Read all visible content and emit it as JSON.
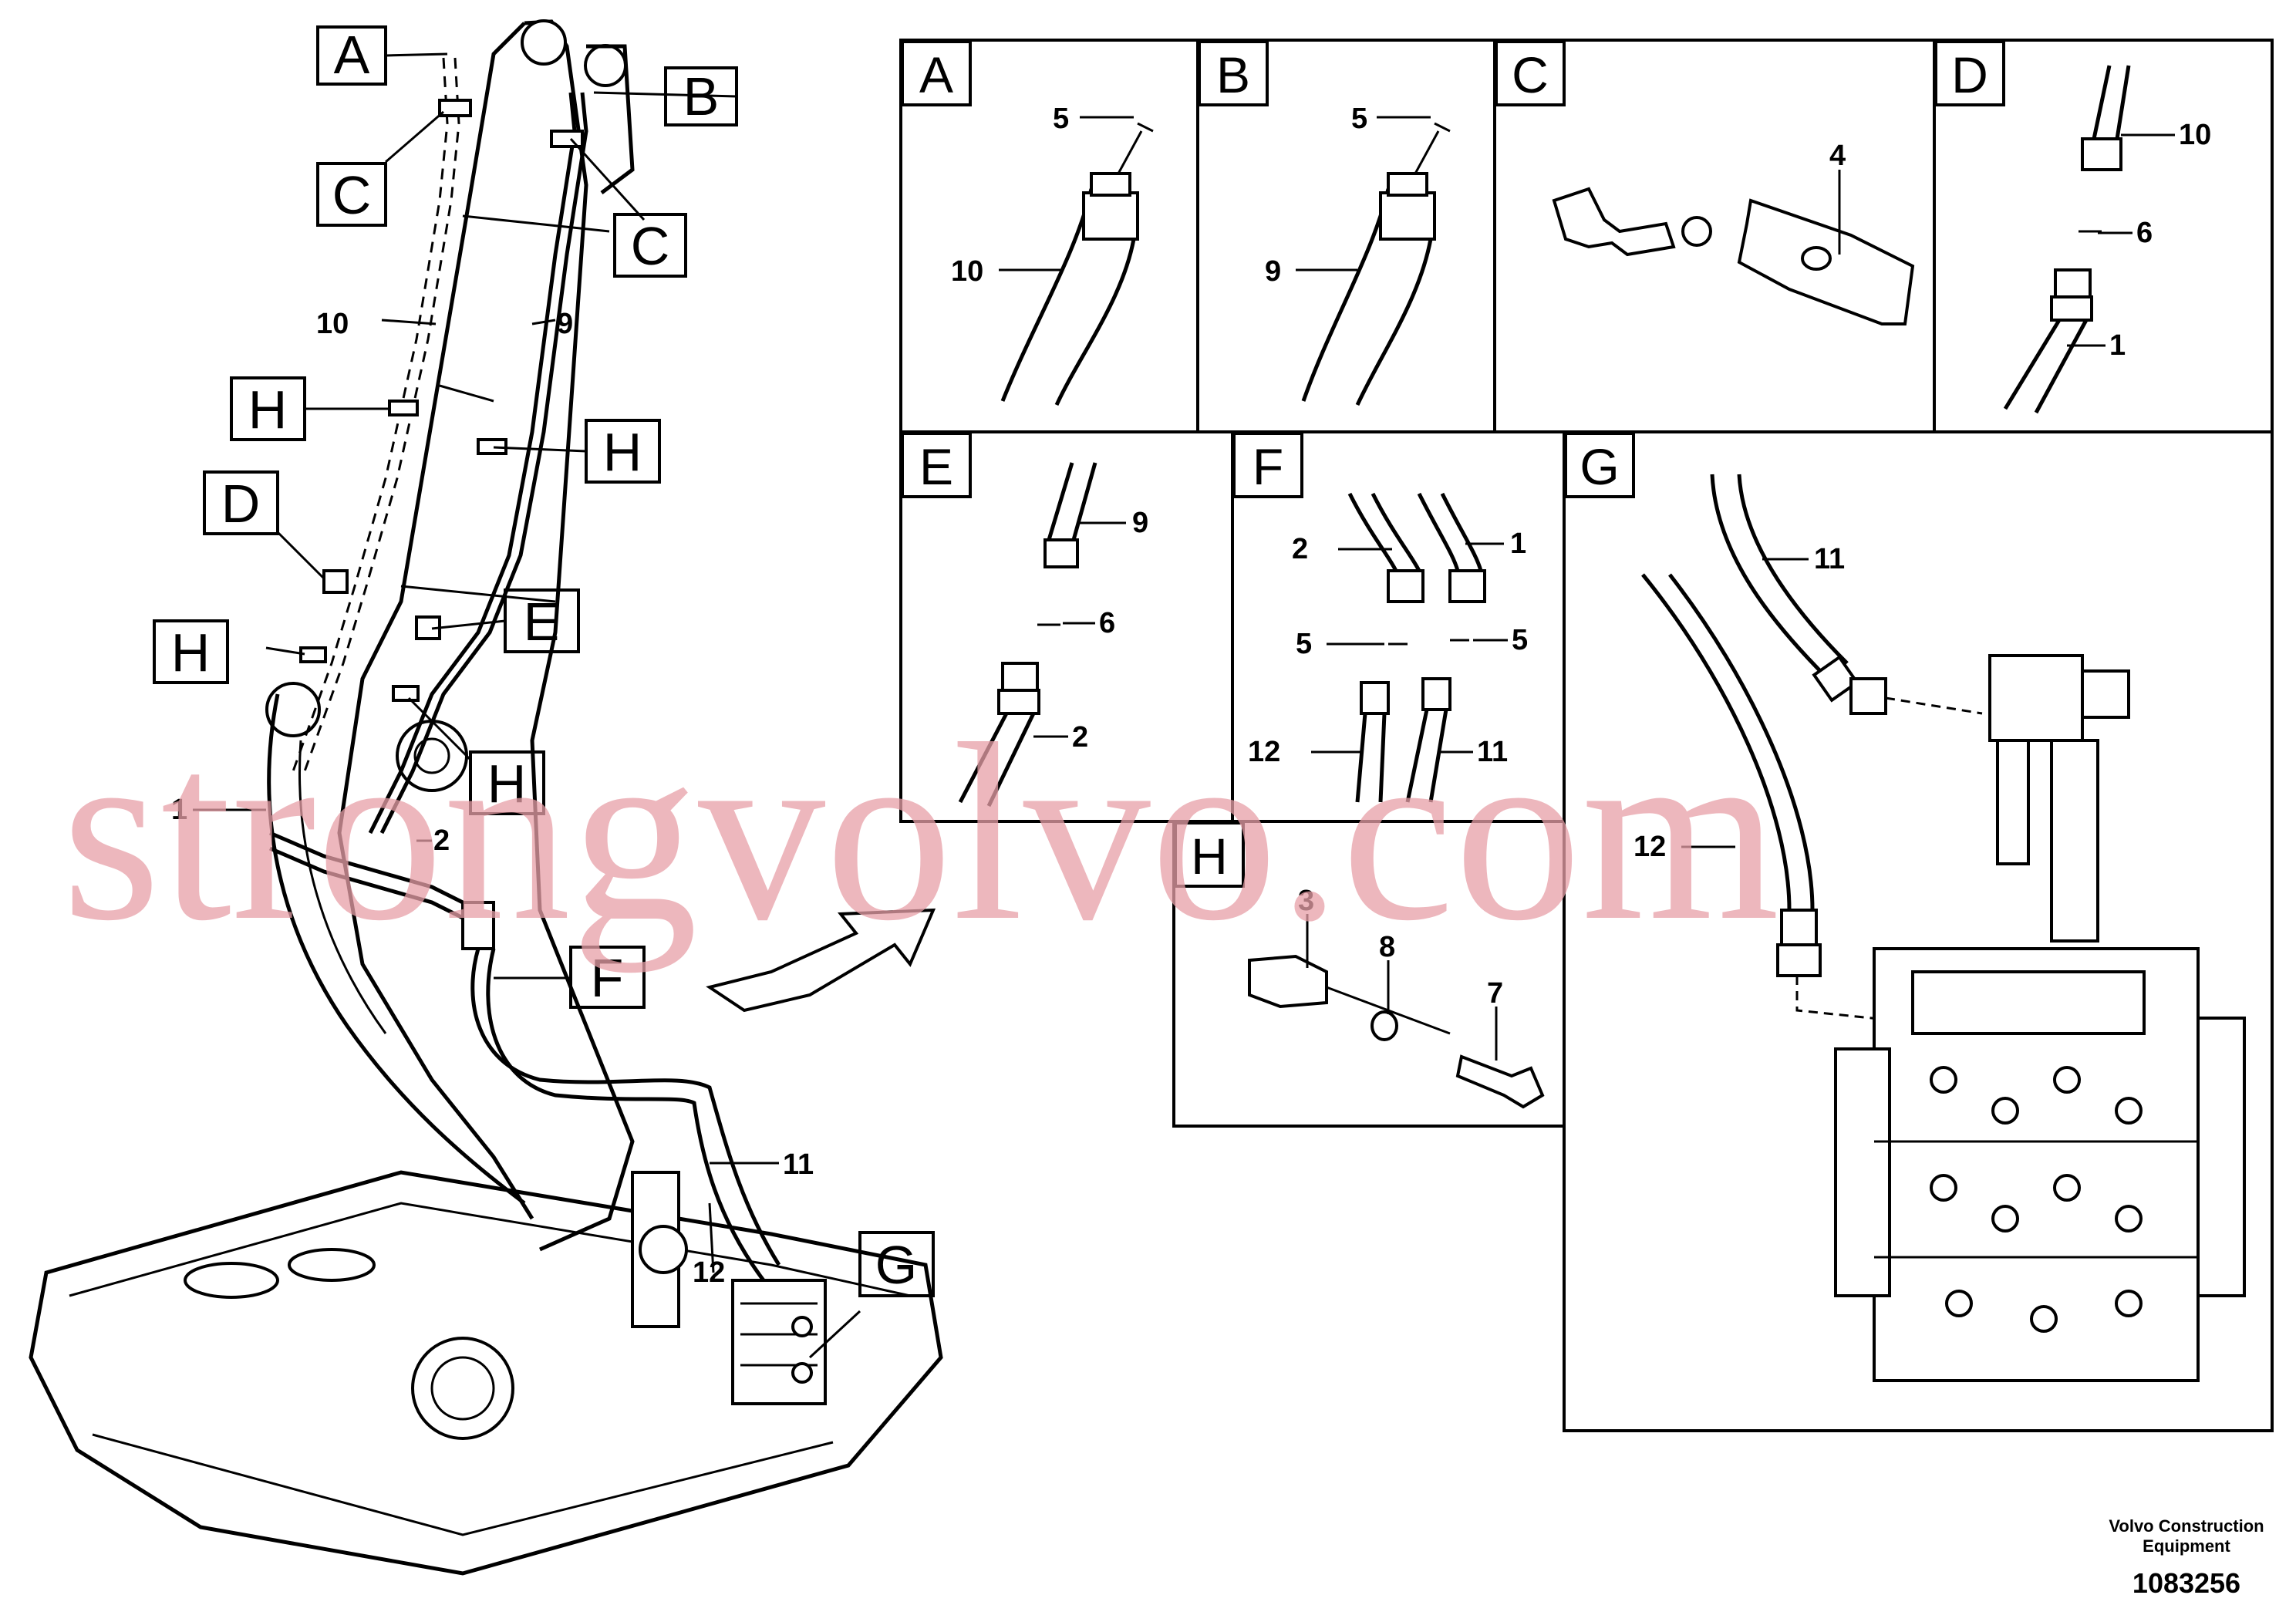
{
  "labels": {
    "letters": [
      "A",
      "B",
      "C",
      "D",
      "E",
      "F",
      "G",
      "H"
    ],
    "numbers": [
      "1",
      "2",
      "3",
      "4",
      "5",
      "6",
      "7",
      "8",
      "9",
      "10",
      "11",
      "12"
    ]
  },
  "watermark": "strongvolvo.com",
  "footer": {
    "company_line1": "Volvo Construction",
    "company_line2": "Equipment",
    "drawing_number": "1083256"
  }
}
